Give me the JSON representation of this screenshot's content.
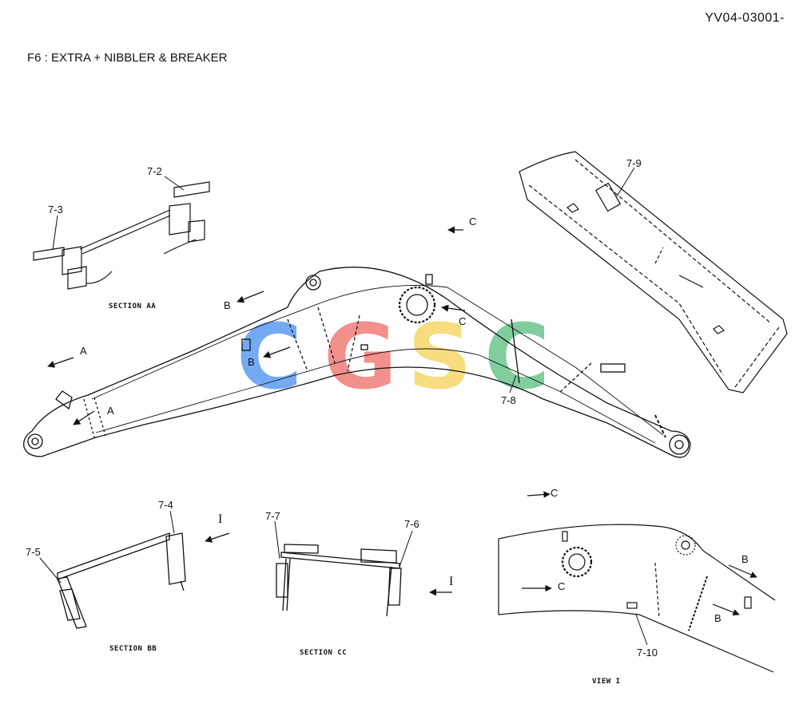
{
  "document_id": "YV04-03001-",
  "title": "F6 : EXTRA + NIBBLER & BREAKER",
  "section_labels": {
    "section_aa": "SECTION AA",
    "section_bb": "SECTION BB",
    "section_cc": "SECTION CC",
    "view_i": "VIEW I"
  },
  "callouts": {
    "p7_2": "7-2",
    "p7_3": "7-3",
    "p7_4": "7-4",
    "p7_5": "7-5",
    "p7_6": "7-6",
    "p7_7": "7-7",
    "p7_8": "7-8",
    "p7_9": "7-9",
    "p7_10": "7-10"
  },
  "view_markers": {
    "a": "A",
    "b": "B",
    "c": "C",
    "i": "I"
  },
  "watermark": {
    "letters": [
      "C",
      "G",
      "S",
      "C"
    ],
    "colors": [
      "#5b9cf2",
      "#f07d78",
      "#f6d86a",
      "#6cc58e"
    ]
  }
}
